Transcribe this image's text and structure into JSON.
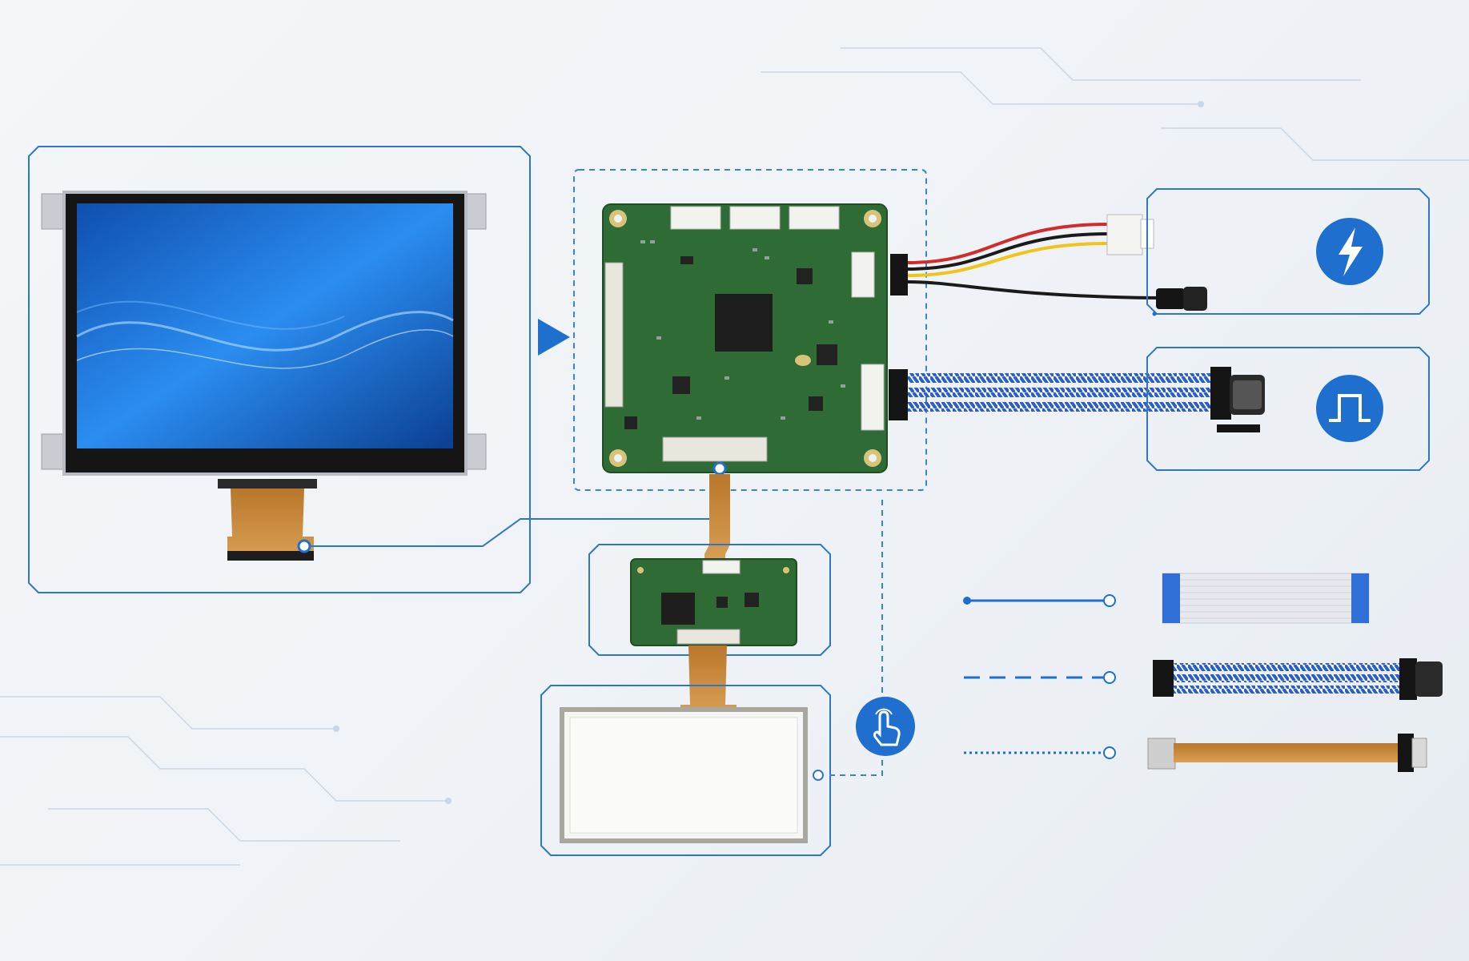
{
  "colors": {
    "accent": "#1f6fcf",
    "frame": "#2f76c8",
    "pcb": "#2f6b35",
    "screen": "#1f7fe0",
    "flex": "#c98a3a",
    "wire_red": "#d22b2b",
    "wire_yellow": "#f0c419",
    "wire_black": "#1a1a1a",
    "twisted_blue": "#2a5fc8"
  },
  "icons": {
    "power": "lightning-bolt-icon",
    "signal": "square-pulse-icon",
    "touch": "touch-hand-icon"
  },
  "legend": [
    {
      "line_style": "solid",
      "cable": "flat-ffc-cable"
    },
    {
      "line_style": "dashed",
      "cable": "twisted-pair-cable"
    },
    {
      "line_style": "dotted",
      "cable": "fpc-flex-cable"
    }
  ]
}
